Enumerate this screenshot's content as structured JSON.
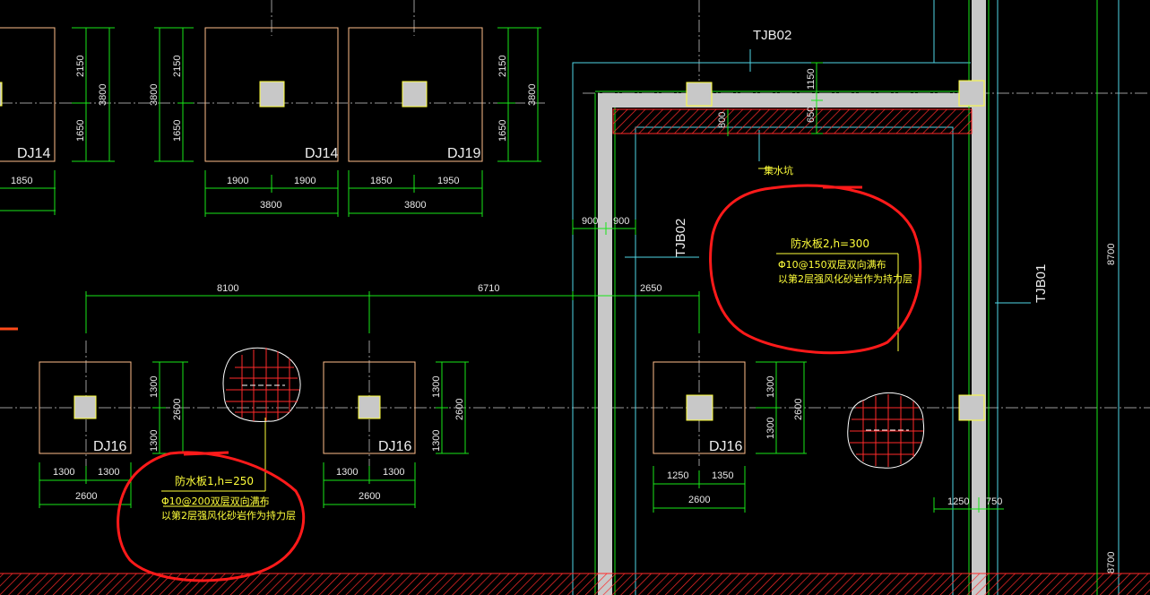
{
  "drawing": {
    "footing_labels": [
      "DJ14",
      "DJ14",
      "DJ19",
      "DJ16",
      "DJ16",
      "DJ16"
    ],
    "beam_labels": [
      "TJB02",
      "TJB02",
      "TJB01"
    ],
    "top_row_dims": {
      "dj14a": {
        "v_top": "2150",
        "v_bot": "1650",
        "v_total": "3800",
        "h_left": "1850"
      },
      "dj14b": {
        "v_top": "2150",
        "v_bot": "1650",
        "v_total_left": "3800",
        "h_left": "1900",
        "h_right": "1900",
        "h_total": "3800"
      },
      "dj19": {
        "v_top": "2150",
        "v_bot": "1650",
        "v_total": "3800",
        "h_left": "1850",
        "h_right": "1950",
        "h_total": "3800"
      }
    },
    "grid_dims": {
      "span_a": "8100",
      "span_b": "6710",
      "span_c": "2650",
      "right_top": "8700",
      "right_bot": "8700"
    },
    "wall_dims": {
      "top_1150": "1150",
      "top_650": "650",
      "top_800": "800",
      "left_900a": "900",
      "left_900b": "900",
      "bot_1250": "1250",
      "bot_750": "750"
    },
    "bottom_row_dims": {
      "dj16a": {
        "v_top": "1300",
        "v_bot": "1300",
        "v_total": "2600",
        "h_left": "1300",
        "h_right": "1300",
        "h_total": "2600"
      },
      "dj16b": {
        "v_top": "1300",
        "v_bot": "1300",
        "v_total": "2600",
        "h_left": "1300",
        "h_right": "1300",
        "h_total": "2600"
      },
      "dj16c": {
        "v_top": "1300",
        "v_bot": "1300",
        "v_total": "2600",
        "h_left": "1250",
        "h_right": "1350",
        "h_total": "2600"
      }
    },
    "notes": {
      "sump": "集水坑",
      "plate2_title": "防水板2,h=300",
      "plate2_line1": "Φ10@150双层双向满布",
      "plate2_line2": "以第2层强风化砂岩作为持力层",
      "plate1_title": "防水板1,h=250",
      "plate1_line1": "Φ10@200双层双向满布",
      "plate1_line2": "以第2层强风化砂岩作为持力层"
    },
    "colors": {
      "background": "#000000",
      "footing_outline": "#ffbe8a",
      "dimension": "#19e619",
      "wall_fill": "#c8c8c8",
      "cyan_line": "#4fd6e6",
      "markup_red": "#ff1a1a",
      "note_text": "#ffff3a",
      "hatch_red": "#ff2a2a"
    }
  }
}
